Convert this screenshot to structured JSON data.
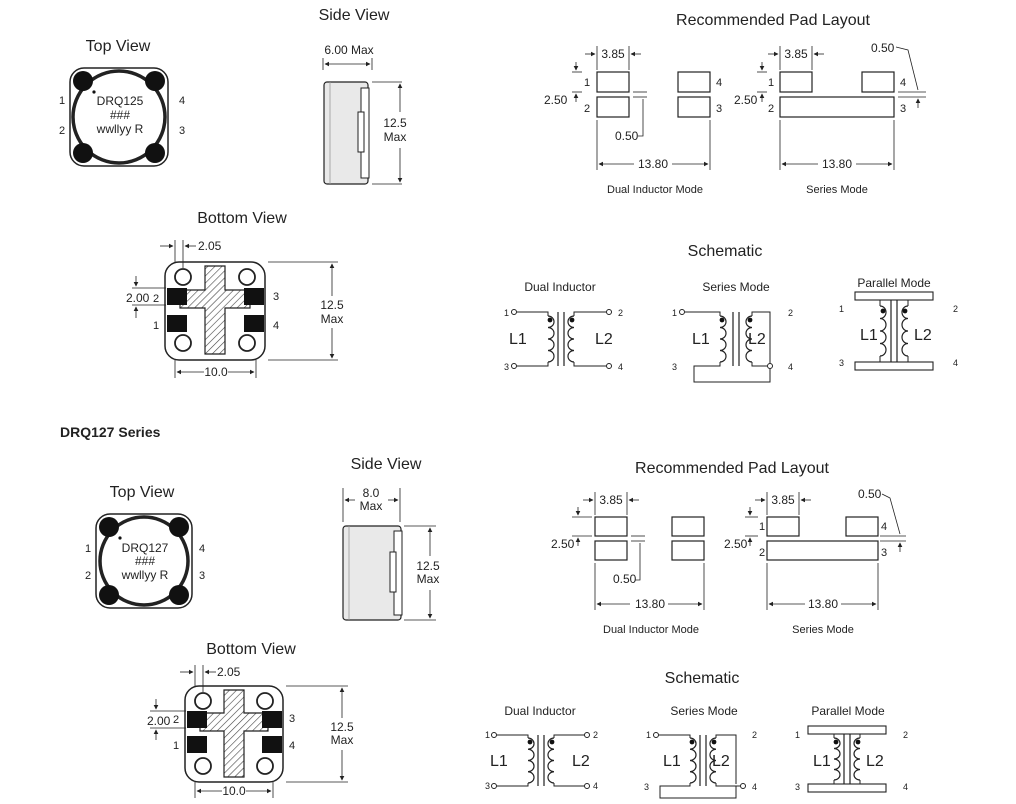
{
  "series_label": "DRQ127 Series",
  "views": {
    "top": "Top View",
    "side": "Side View",
    "bottom": "Bottom View",
    "pad_layout": "Recommended Pad Layout",
    "schematic": "Schematic"
  },
  "part_drq125": {
    "marking": [
      "DRQ125",
      "###",
      "wwllyy  R"
    ],
    "pins": [
      "1",
      "2",
      "3",
      "4"
    ],
    "side": {
      "width": "6.00 Max",
      "height": "12.5",
      "height_unit": "Max"
    },
    "bottom": {
      "pitch": "2.05",
      "pad": "2.00",
      "height": "12.5",
      "height_unit": "Max",
      "width": "10.0"
    },
    "pads": {
      "w": "3.85",
      "h": "2.50",
      "gap": "0.50",
      "span": "13.80",
      "gap2": "0.50"
    }
  },
  "part_drq127": {
    "marking": [
      "DRQ127",
      "###",
      "wwllyy  R"
    ],
    "pins": [
      "1",
      "2",
      "3",
      "4"
    ],
    "side": {
      "width": "8.0",
      "width_unit": "Max",
      "height": "12.5",
      "height_unit": "Max"
    },
    "bottom": {
      "pitch": "2.05",
      "pad": "2.00",
      "height": "12.5",
      "height_unit": "Max",
      "width": "10.0"
    },
    "pads": {
      "w": "3.85",
      "h": "2.50",
      "gap": "0.50",
      "span": "13.80",
      "gap2": "0.50"
    }
  },
  "modes": {
    "dual_pad": "Dual Inductor Mode",
    "series_pad": "Series Mode",
    "dual": "Dual Inductor",
    "dual_alt": "Dual  Inductor",
    "series": "Series Mode",
    "parallel": "Parallel Mode"
  },
  "coils": {
    "l1": "L1",
    "l2": "L2"
  }
}
